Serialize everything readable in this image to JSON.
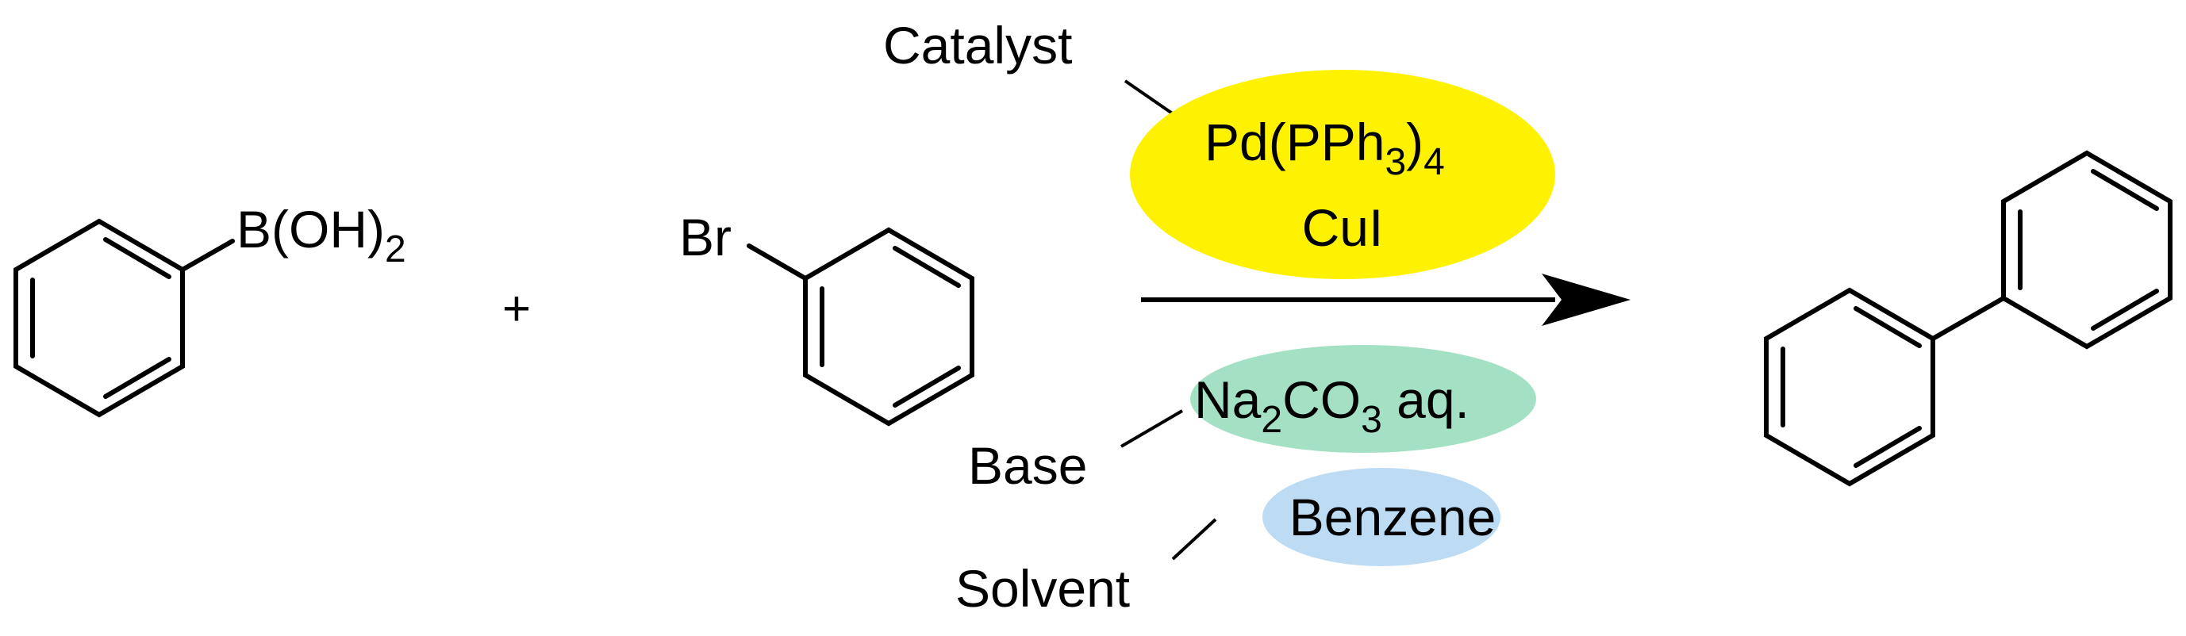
{
  "reactant_1": {
    "substituent": "B(OH)",
    "substituent_subscript": "2"
  },
  "plus_sign": "+",
  "reactant_2": {
    "substituent": "Br"
  },
  "catalyst": {
    "label": "Catalyst",
    "line1_main": "Pd(PPh",
    "line1_sub1": "3",
    "line1_paren": ")",
    "line1_sub2": "4",
    "line2": "CuI",
    "color": "#FFF200"
  },
  "base": {
    "label": "Base",
    "text_a": "Na",
    "sub_a": "2",
    "text_b": "CO",
    "sub_b": "3",
    "text_c": " aq.",
    "color": "#A4E0C4"
  },
  "solvent": {
    "label": "Solvent",
    "text": "Benzene",
    "color": "#BDDCF4"
  }
}
